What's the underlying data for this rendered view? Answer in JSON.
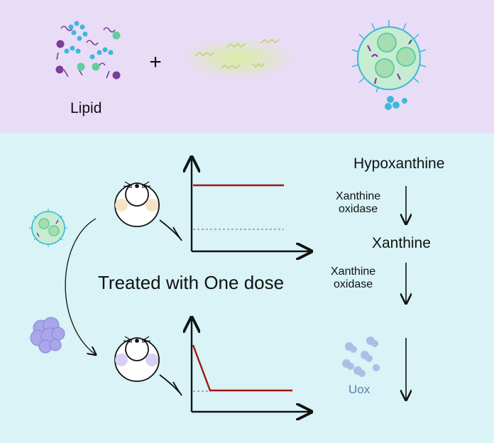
{
  "colors": {
    "top_background": "#e9dcf7",
    "bottom_background": "#d9f3f6",
    "high_level_line": "#a31515",
    "baseline_dotted": "#aaaaaa",
    "axis": "#111111",
    "uox_text": "#5b7fb3",
    "lipid_blue": "#3fb8d8",
    "lipid_purple": "#7a3d9a",
    "lipid_green": "#5fcf9c",
    "enzyme_lavender": "#a9a6ea",
    "nanoparticle_green": "#a6ddb1"
  },
  "top": {
    "lipid_label": "Lipid",
    "plus_sign": "+"
  },
  "middle": {
    "treated_label": "Treated with One dose"
  },
  "pathway": {
    "step1": "Hypoxanthine",
    "enzyme1_line1": "Xanthine",
    "enzyme1_line2": "oxidase",
    "step2": "Xanthine",
    "enzyme2_line1": "Xanthine",
    "enzyme2_line2": "oxidase",
    "uox_label": "Uox"
  },
  "icons": {
    "lipid_cluster": "lipid-molecules-icon",
    "payload": "rna-strands-icon",
    "nanoparticle": "lipid-nanoparticle-icon",
    "mouse": "mouse-icon",
    "protein": "protein-icon",
    "arrow": "arrow-icon"
  }
}
